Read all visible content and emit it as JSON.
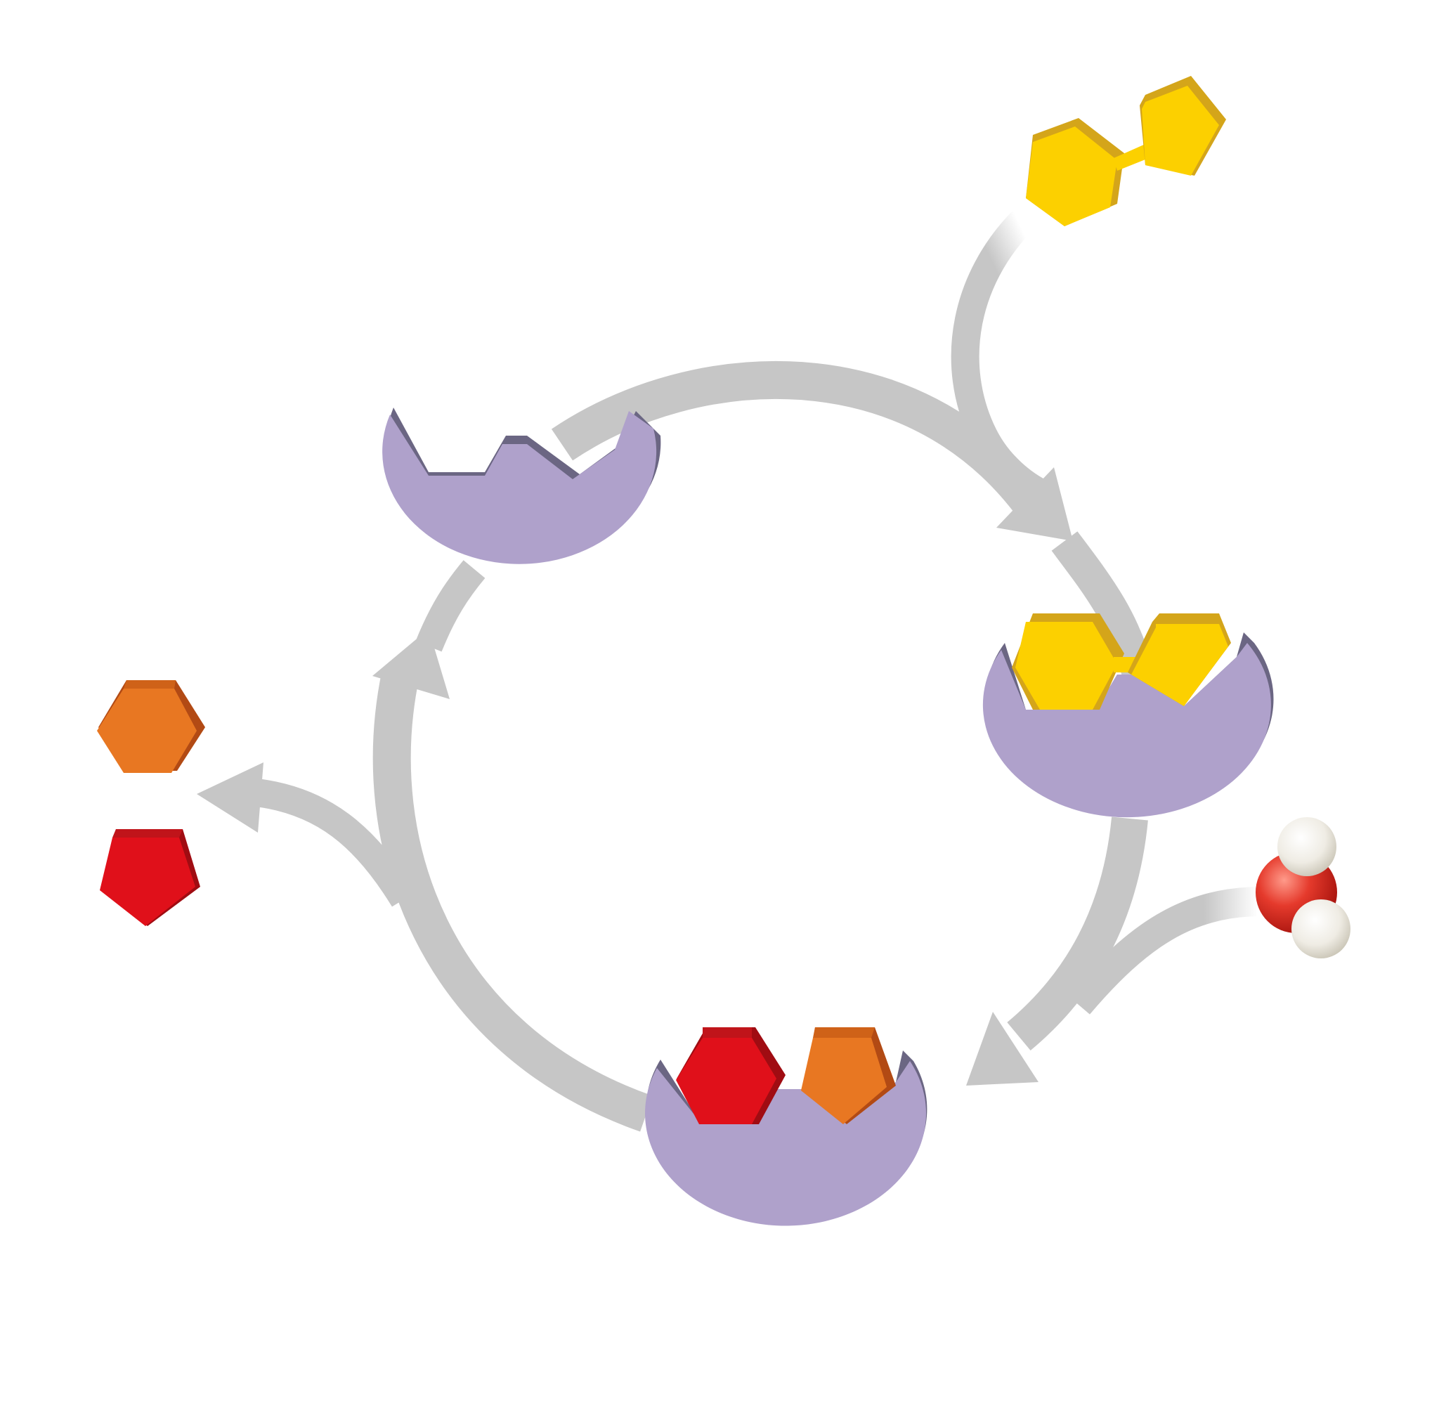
{
  "diagram": {
    "description_text": "",
    "colors": {
      "background": "#ffffff",
      "arrow": "#c6c6c6",
      "enzyme": "#afa1cb",
      "enzyme_rim": "#6b6683",
      "substrate": "#fcd000",
      "substrate_side": "#d4a51a",
      "product_hexagon": "#e0101a",
      "product_pentagon": "#e87722",
      "water_oxygen": "#e53a2c",
      "water_hydrogen": "#efece4"
    },
    "stages": [
      {
        "name": "free-enzyme",
        "bound": []
      },
      {
        "name": "enzyme-substrate-complex",
        "bound": [
          "substrate"
        ]
      },
      {
        "name": "enzyme-product-complex",
        "bound": [
          "product_hexagon",
          "product_pentagon"
        ]
      }
    ],
    "inputs": [
      "substrate",
      "water"
    ],
    "outputs": [
      "product_pentagon",
      "product_hexagon"
    ],
    "icons": [
      "enzyme-icon",
      "disaccharide-icon",
      "water-molecule-icon",
      "hexagon-icon",
      "pentagon-icon"
    ]
  }
}
